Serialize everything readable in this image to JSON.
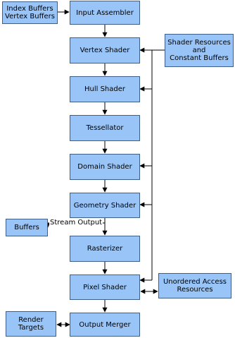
{
  "colors": {
    "box_fill": "#99c4f7",
    "box_border": "#3b5f8a",
    "line": "#000000",
    "background": "#ffffff"
  },
  "boxes": {
    "index_vertex_buffers": {
      "line1": "Index Buffers",
      "line2": "Vertex Buffers"
    },
    "input_assembler": "Input Assembler",
    "vertex_shader": "Vertex Shader",
    "hull_shader": "Hull Shader",
    "tessellator": "Tessellator",
    "domain_shader": "Domain Shader",
    "geometry_shader": "Geometry Shader",
    "rasterizer": "Rasterizer",
    "pixel_shader": "Pixel Shader",
    "output_merger": "Output Merger",
    "shader_resources": {
      "line1": "Shader Resources",
      "line2": "and",
      "line3": "Constant Buffers"
    },
    "buffers": "Buffers",
    "unordered_access": {
      "line1": "Unordered Access",
      "line2": "Resources"
    },
    "render_targets": {
      "line1": "Render",
      "line2": "Targets"
    }
  },
  "labels": {
    "stream_output": "Stream Output"
  }
}
